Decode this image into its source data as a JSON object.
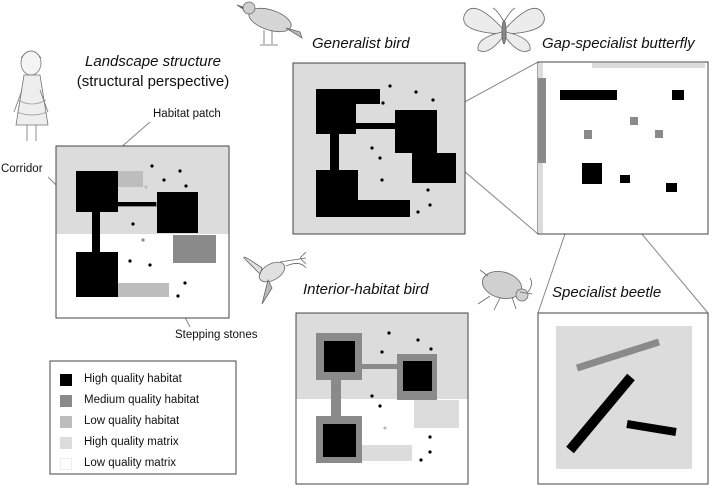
{
  "titles": {
    "landscape_line1": "Landscape structure",
    "landscape_line2": "(structural perspective)",
    "generalist": "Generalist bird",
    "gap_specialist": "Gap-specialist butterfly",
    "interior": "Interior-habitat bird",
    "beetle": "Specialist beetle"
  },
  "labels": {
    "habitat_patch": "Habitat patch",
    "corridor": "Corridor",
    "stepping_stones": "Stepping stones"
  },
  "legend": [
    {
      "label": "High quality habitat",
      "color": "#000000"
    },
    {
      "label": "Medium quality habitat",
      "color": "#8a8a8a"
    },
    {
      "label": "Low quality habitat",
      "color": "#bdbdbd"
    },
    {
      "label": "High quality matrix",
      "color": "#dcdcdc"
    },
    {
      "label": "Low quality matrix",
      "color": "#ffffff"
    }
  ],
  "colors": {
    "high_habitat": "#000000",
    "medium_habitat": "#8a8a8a",
    "low_habitat": "#bdbdbd",
    "high_matrix": "#dcdcdc",
    "low_matrix": "#ffffff",
    "outline": "#444444"
  },
  "icons": [
    "girl-illustration-icon",
    "sparrow-icon",
    "butterfly-icon",
    "hummingbird-icon",
    "beetle-icon"
  ]
}
